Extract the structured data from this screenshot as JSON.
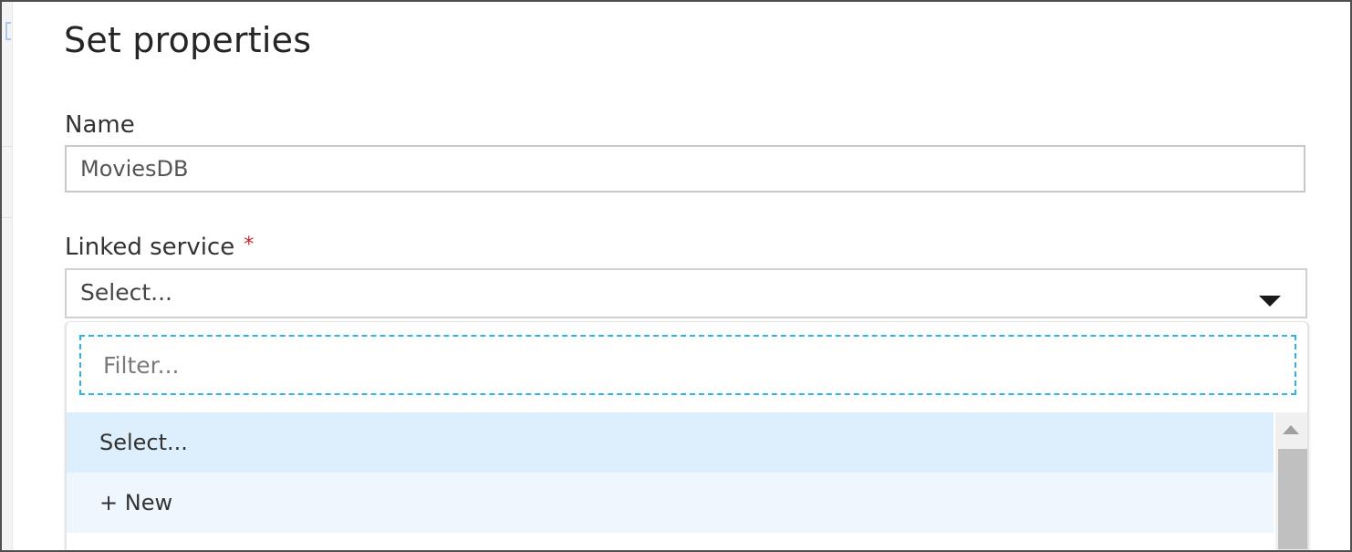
{
  "panel": {
    "title": "Set properties"
  },
  "name_field": {
    "label": "Name",
    "value": "MoviesDB"
  },
  "linked_service": {
    "label": "Linked service",
    "required_marker": "*",
    "selected_value": "Select...",
    "dropdown_icon": "caret-down-icon",
    "filter_placeholder": "Filter...",
    "options": [
      {
        "label": "Select...",
        "state": "selected"
      },
      {
        "label": "+ New",
        "state": "hover"
      }
    ]
  },
  "colors": {
    "required": "#c4262e",
    "filter_focus_border": "#2bb6e6",
    "option_selected_bg": "#ddeefc",
    "option_hover_bg": "#eef6fe"
  }
}
